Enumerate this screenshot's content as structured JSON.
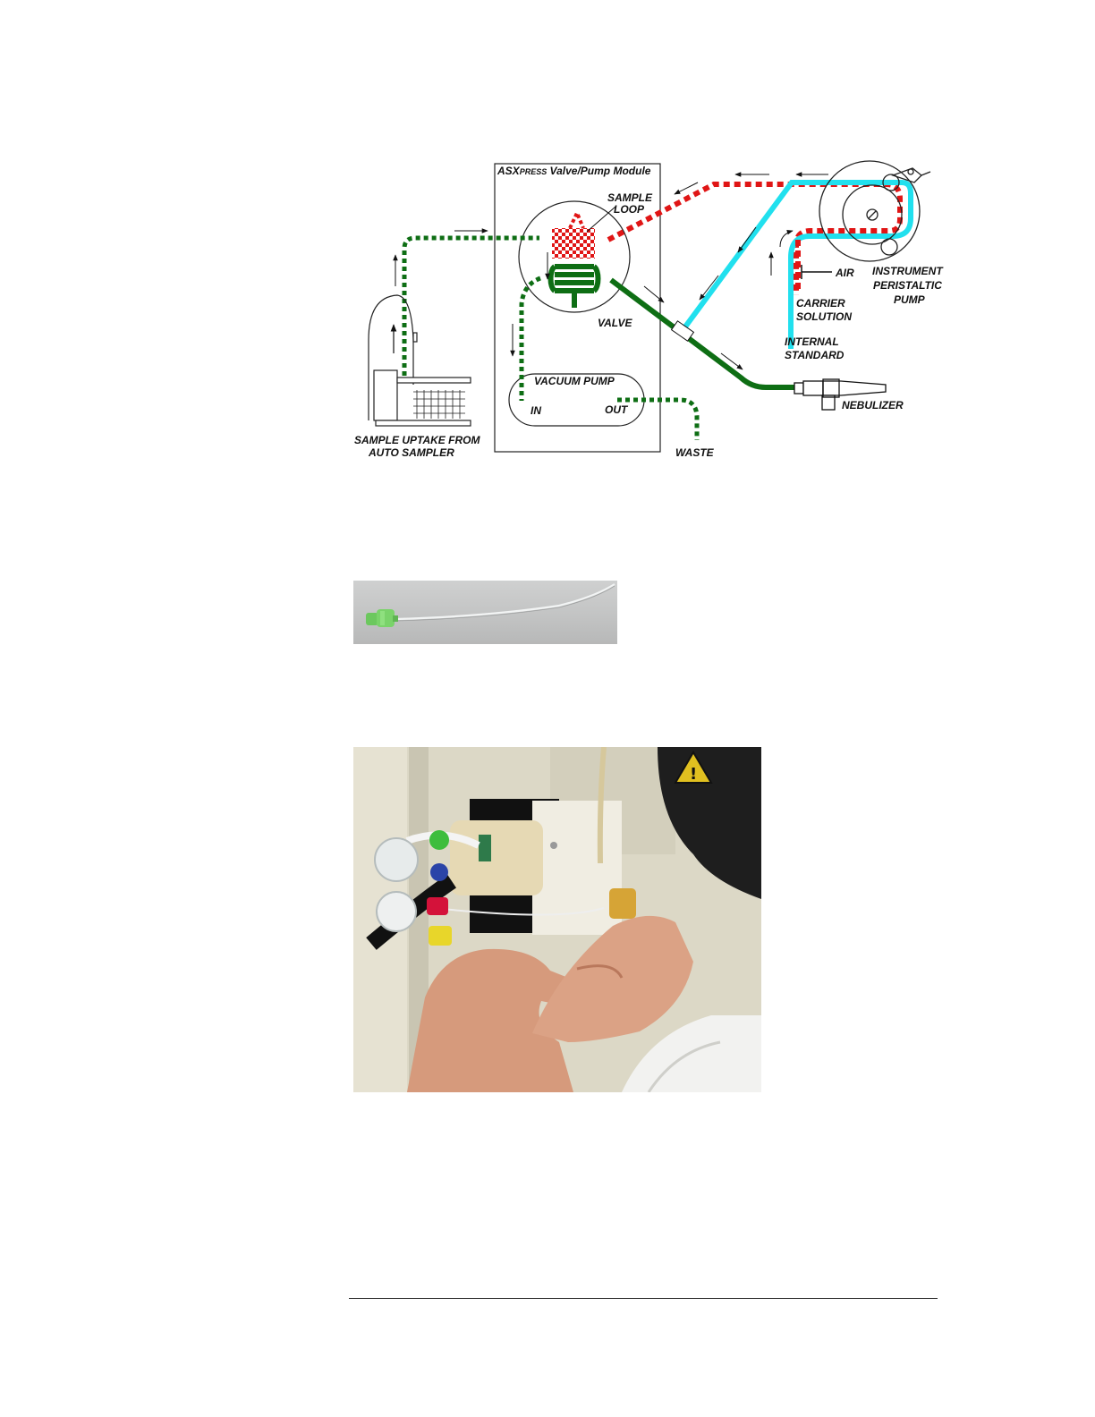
{
  "diagram": {
    "module_title_prefix": "ASX",
    "module_title_small": "PRESS",
    "module_title_rest": " Valve/Pump Module",
    "sample_loop_line1": "SAMPLE",
    "sample_loop_line2": "LOOP",
    "valve": "VALVE",
    "vacuum_pump": "VACUUM PUMP",
    "in": "IN",
    "out": "OUT",
    "waste": "WASTE",
    "air": "AIR",
    "carrier_line1": "CARRIER",
    "carrier_line2": "SOLUTION",
    "internal_line1": "INTERNAL",
    "internal_line2": "STANDARD",
    "nebulizer": "NEBULIZER",
    "pump_line1": "INSTRUMENT",
    "pump_line2": "PERISTALTIC",
    "pump_line3": "PUMP",
    "uptake_line1": "SAMPLE UPTAKE FROM",
    "uptake_line2": "AUTO SAMPLER"
  },
  "colors": {
    "sample_green": "#0e6e14",
    "carrier_red": "#e01515",
    "internal_cyan": "#21e0ee",
    "photo_tip_green": "#7ad36a",
    "cap_green": "#3dbd3d",
    "cap_red": "#d4123a",
    "cap_yellow": "#e8d62a",
    "cap_blue": "#2a44a8"
  }
}
